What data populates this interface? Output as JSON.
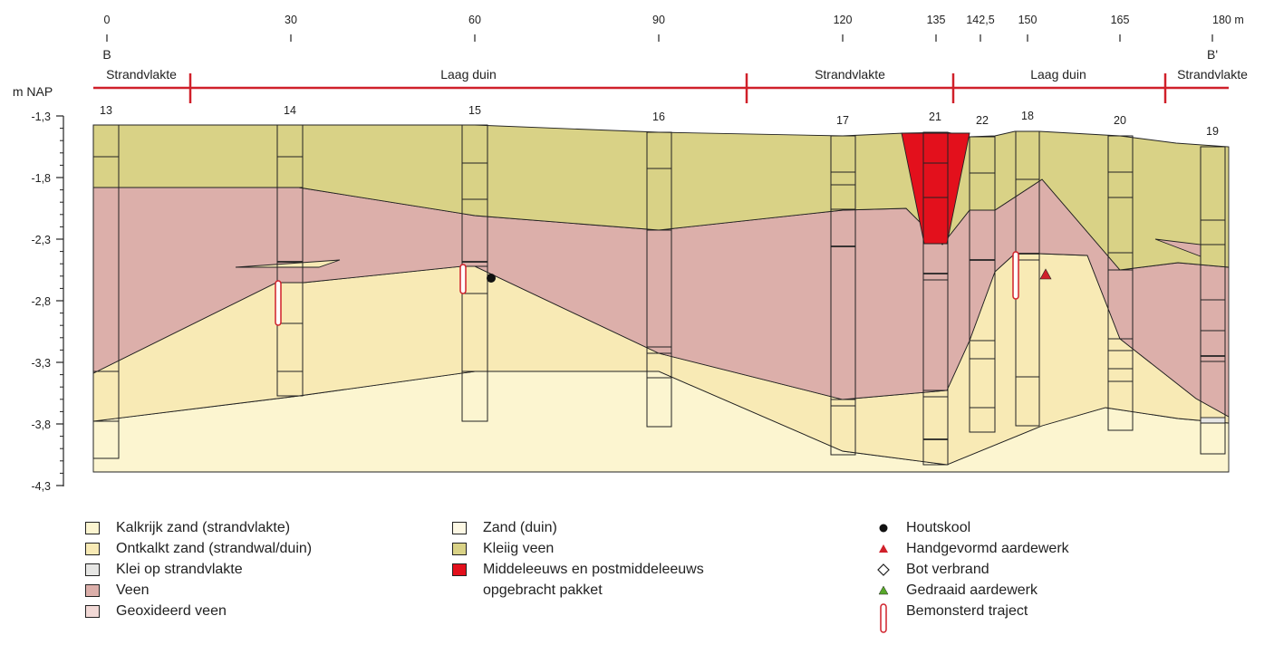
{
  "distance_ticks": [
    {
      "label": "0"
    },
    {
      "label": "30"
    },
    {
      "label": "60"
    },
    {
      "label": "90"
    },
    {
      "label": "120"
    },
    {
      "label": "135"
    },
    {
      "label": "142,5"
    },
    {
      "label": "150"
    },
    {
      "label": "165"
    },
    {
      "label": "180 m"
    }
  ],
  "section_ends": {
    "start": "B",
    "end": "B'"
  },
  "landscape_zones": [
    {
      "label": "Strandvlakte"
    },
    {
      "label": "Laag duin"
    },
    {
      "label": "Strandvlakte"
    },
    {
      "label": "Laag duin"
    },
    {
      "label": "Strandvlakte"
    }
  ],
  "depth_axis": {
    "label": "m NAP",
    "ticks": [
      "-1,3",
      "-1,8",
      "-2,3",
      "-2,8",
      "-3,3",
      "-3,8",
      "-4,3"
    ]
  },
  "boreholes": [
    {
      "id": "13"
    },
    {
      "id": "14"
    },
    {
      "id": "15"
    },
    {
      "id": "16"
    },
    {
      "id": "17"
    },
    {
      "id": "21"
    },
    {
      "id": "22"
    },
    {
      "id": "18"
    },
    {
      "id": "20"
    },
    {
      "id": "19"
    }
  ],
  "colors": {
    "kalkrijk_zand": "#fcf5d0",
    "ontkalkt_zand": "#f8eab5",
    "klei_strandvlakte": "#e6e6e4",
    "veen": "#dcafaa",
    "geoxideerd_veen": "#f2d9d6",
    "zand_duin": "#fdf8e4",
    "kleiig_veen": "#d9d286",
    "opgebracht_pakket": "#e3101c",
    "section_line": "#d0202a"
  },
  "legend": {
    "column1": [
      {
        "label": "Kalkrijk zand (strandvlakte)",
        "color": "#fcf5d0"
      },
      {
        "label": "Ontkalkt zand (strandwal/duin)",
        "color": "#f8eab5"
      },
      {
        "label": "Klei op strandvlakte",
        "color": "#e6e6e4"
      },
      {
        "label": "Veen",
        "color": "#dcafaa"
      },
      {
        "label": "Geoxideerd veen",
        "color": "#f2d9d6"
      }
    ],
    "column2": [
      {
        "label": "Zand (duin)",
        "color": "#fdf8e4"
      },
      {
        "label": "Kleiig veen",
        "color": "#d9d286"
      },
      {
        "label": "Middeleeuws en postmiddeleeuws",
        "color": "#e3101c"
      },
      {
        "label": "opgebracht pakket"
      }
    ],
    "column3": [
      {
        "label": "Houtskool",
        "icon": "filled-circle-icon"
      },
      {
        "label": "Handgevormd aardewerk",
        "icon": "red-triangle-icon"
      },
      {
        "label": "Bot verbrand",
        "icon": "diamond-icon"
      },
      {
        "label": "Gedraaid aardewerk",
        "icon": "green-triangle-icon"
      },
      {
        "label": "Bemonsterd traject",
        "icon": "sample-tube-icon"
      }
    ]
  }
}
